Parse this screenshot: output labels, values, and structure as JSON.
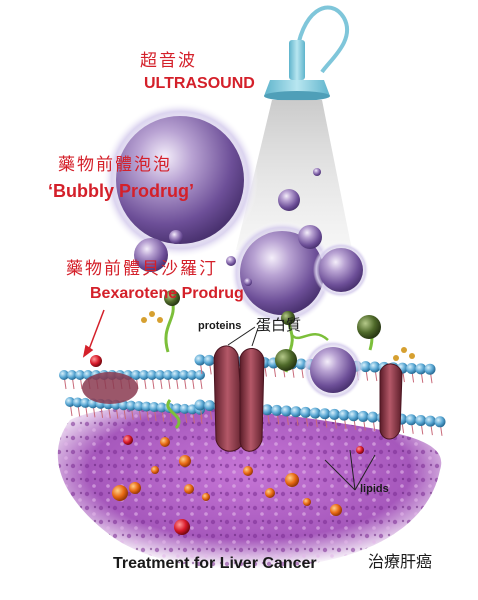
{
  "labels": {
    "ultrasound_zh": "超音波",
    "ultrasound_en": "ULTRASOUND",
    "bubbly_zh": "藥物前體泡泡",
    "bubbly_en": "‘Bubbly Prodrug’",
    "bexarotene_zh": "藥物前體貝沙羅汀",
    "bexarotene_en": "Bexarotene Prodrug",
    "proteins_en": "proteins",
    "proteins_zh": "蛋白質",
    "lipids_en": "lipids",
    "caption_en": "Treatment for Liver Cancer",
    "caption_zh": "治療肝癌"
  },
  "colors": {
    "label_red": "#d4202a",
    "transducer": "#8ecfe0",
    "bubble": "#8a6fb0",
    "membrane_head": "#5aa8d4",
    "tissue": "#b05cc4",
    "protein_channel": "#8a3040",
    "drug_sphere": "#e86a14"
  },
  "icons": [
    "ultrasound-transducer-icon",
    "bubble-icon",
    "membrane-protein-icon",
    "drug-molecule-icon"
  ]
}
